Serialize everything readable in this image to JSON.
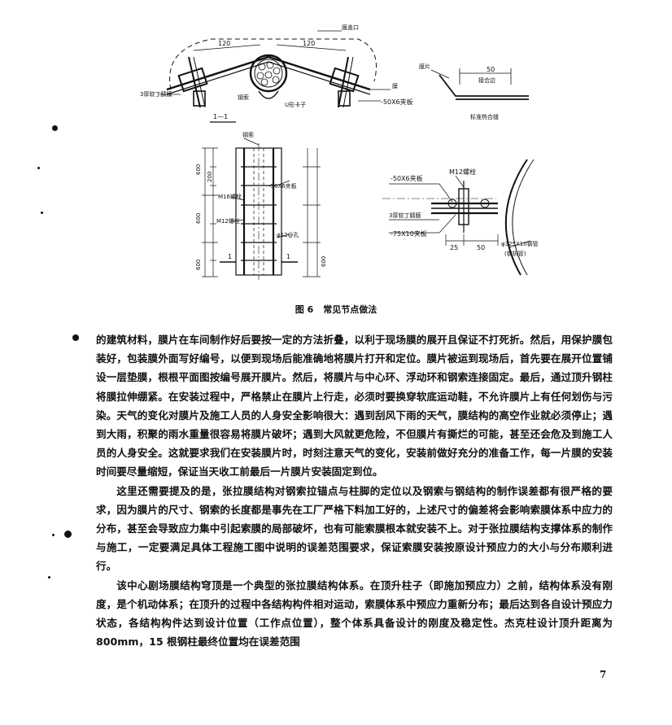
{
  "figure": {
    "number": "图 6",
    "title": "常见节点做法",
    "top_left": {
      "label_cable_cover": "膜盖口",
      "dim_left": "120",
      "dim_right": "120",
      "label_steel_plate": "3厚软丁腈膜",
      "label_cable": "钢索",
      "label_u_bolt": "U形卡子",
      "label_plate": "-50X6夹板",
      "label_membrane": "膜",
      "section_label": "1—1"
    },
    "top_right": {
      "label_membrane": "膜片",
      "dim": "50",
      "label_sub": "接合边",
      "title": "标准热合缝"
    },
    "middle_left": {
      "label_cable": "钢索",
      "label_plate": "-50X6夹板",
      "label_bolt1": "M16螺栓",
      "label_bolt2": "M12螺栓",
      "label_hole": "φ12@孔",
      "dim_600a": "600",
      "dim_600b": "600",
      "dim_600c": "600",
      "dim_200": "200",
      "dim_600d": "600",
      "section_mark": "1"
    },
    "middle_right": {
      "label_plate1": "-50X6夹板",
      "label_bolt": "M12螺栓",
      "label_rubber": "3厚软丁腈膜",
      "label_plate2": "-75X10夹板",
      "dim_25": "25",
      "dim_50": "50",
      "label_pipe": "φ325X10钢管",
      "label_pipe_sub": "(钢拱管)"
    }
  },
  "paragraphs": [
    "的建筑材料，膜片在车间制作好后要按一定的方法折叠，以利于现场膜的展开且保证不打死折。然后，用保护膜包装好，包装膜外面写好编号，以便到现场后能准确地将膜片打开和定位。膜片被运到现场后，首先要在展开位置铺设一层垫膜，根根平面图按编号展开膜片。然后，将膜片与中心环、浮动环和钢索连接固定。最后，通过顶升钢柱将膜拉伸绷紧。在安装过程中，严格禁止在膜片上行走，必须时要换穿软底运动鞋，不允许膜片上有任何划伤与污染。天气的变化对膜片及施工人员的人身安全影响很大：遇到刮风下雨的天气，膜结构的高空作业就必须停止；遇到大雨，积聚的雨水重量很容易将膜片破坏；遇到大风就更危险，不但膜片有撕烂的可能，甚至还会危及到施工人员的人身安全。这就要求我们在安装膜片时，时刻注意天气的变化，安装前做好充分的准备工作，每一片膜的安装时间要尽量缩短，保证当天收工前最后一片膜片安装固定到位。",
    "这里还需要提及的是，张拉膜结构对钢索拉锚点与柱脚的定位以及钢索与钢结构的制作误差都有很严格的要求，因为膜片的尺寸、钢索的长度都是事先在工厂严格下料加工好的，上述尺寸的偏差将会影响索膜体系中应力的分布，甚至会导致应力集中引起索膜的局部破坏，也有可能索膜根本就安装不上。对于张拉膜结构支撑体系的制作与施工，一定要满足具体工程施工图中说明的误差范围要求，保证索膜安装按原设计预应力的大小与分布顺利进行。",
    "该中心剧场膜结构穹顶是一个典型的张拉膜结构体系。在顶升柱子（即施加预应力）之前，结构体系没有刚度，是个机动体系；在顶升的过程中各结构构件相对运动，索膜体系中预应力重新分布；最后达到各自设计预应力状态，各结构构件达到设计位置（工作点位置），整个体系具备设计的刚度及稳定性。杰克柱设计顶升距离为 800mm，15 根钢柱最终位置均在误差范围"
  ],
  "page_number": "7"
}
